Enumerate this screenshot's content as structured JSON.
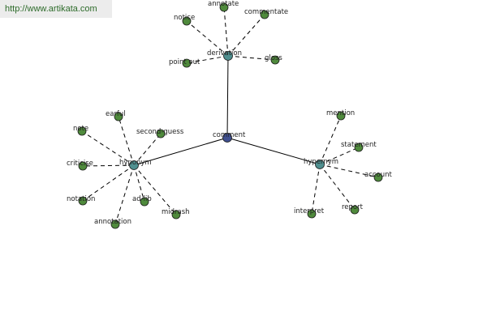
{
  "source_url": "http://www.artikata.com",
  "colors": {
    "leaf_fill": "#4f8a3c",
    "category_fill": "#4f8f8f",
    "root_fill": "#3f4f8f",
    "stroke": "#1a1a1a"
  },
  "root": {
    "id": "comment",
    "label": "comment"
  },
  "categories": [
    {
      "id": "derivation",
      "label": "derivation",
      "leaves": [
        "notice",
        "annotate",
        "commentate",
        "point out",
        "gloss"
      ]
    },
    {
      "id": "hyponym",
      "label": "hyponym",
      "leaves": [
        "note",
        "earful",
        "second-guess",
        "criticise",
        "notation",
        "annotation",
        "ad-lib",
        "midrash"
      ]
    },
    {
      "id": "hypernym",
      "label": "hypernym",
      "leaves": [
        "mention",
        "statement",
        "account",
        "interpret",
        "report"
      ]
    }
  ]
}
